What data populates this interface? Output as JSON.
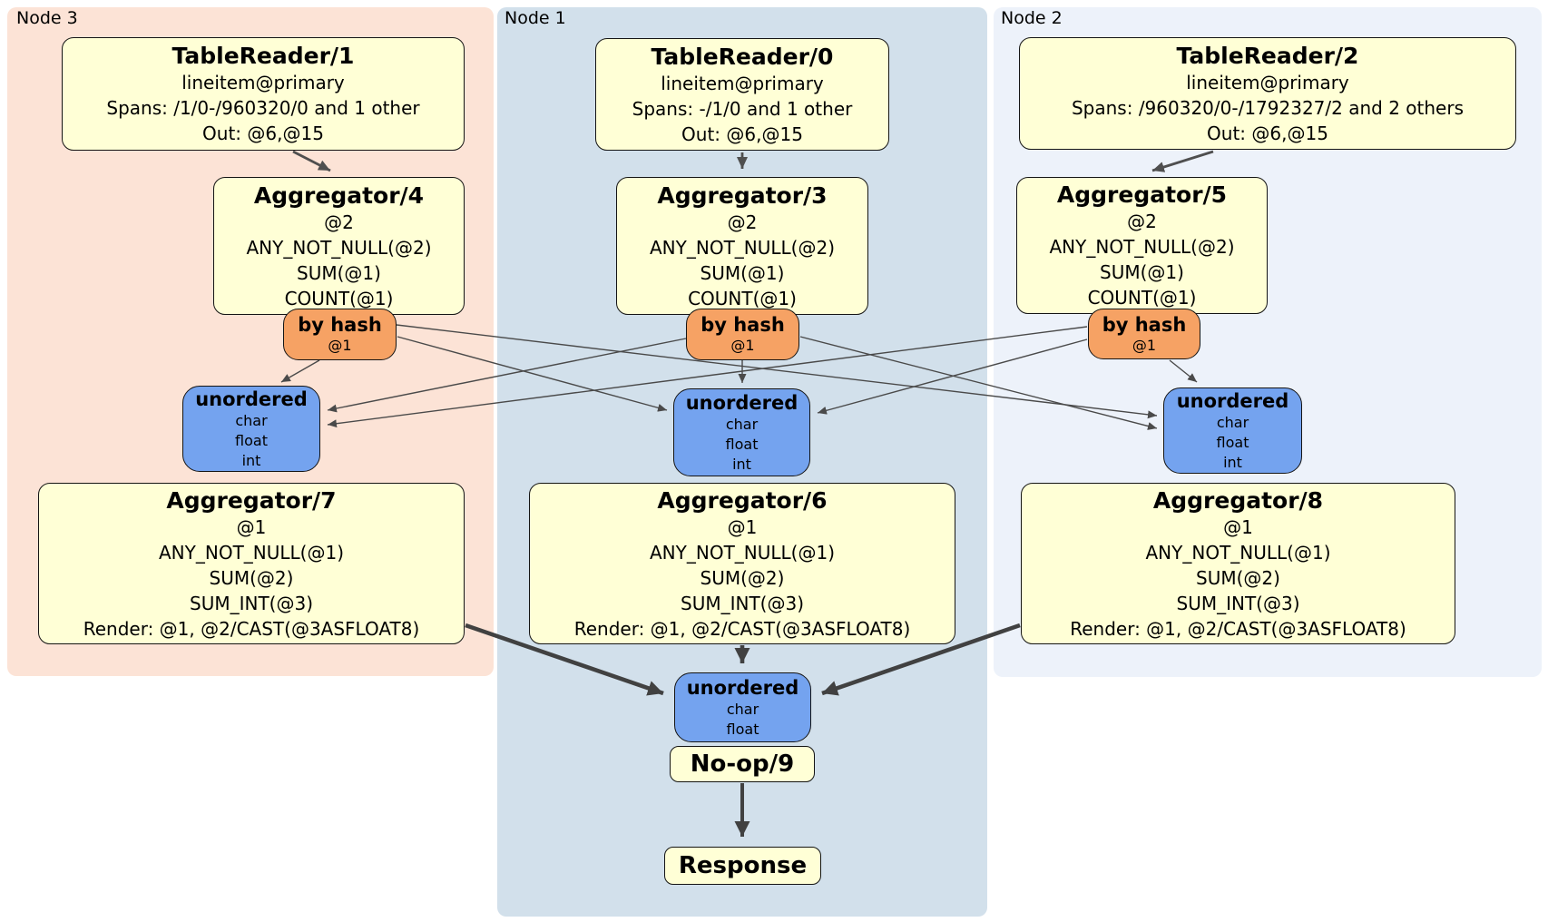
{
  "panels": {
    "node3": {
      "label": "Node 3"
    },
    "node1": {
      "label": "Node 1"
    },
    "node2": {
      "label": "Node 2"
    }
  },
  "boxes": {
    "tr1": {
      "title": "TableReader/1",
      "lines": [
        "lineitem@primary",
        "Spans: /1/0-/960320/0 and 1 other",
        "Out: @6,@15"
      ]
    },
    "tr0": {
      "title": "TableReader/0",
      "lines": [
        "lineitem@primary",
        "Spans: -/1/0 and 1 other",
        "Out: @6,@15"
      ]
    },
    "tr2": {
      "title": "TableReader/2",
      "lines": [
        "lineitem@primary",
        "Spans: /960320/0-/1792327/2 and 2 others",
        "Out: @6,@15"
      ]
    },
    "agg4": {
      "title": "Aggregator/4",
      "lines": [
        "@2",
        "ANY_NOT_NULL(@2)",
        "SUM(@1)",
        "COUNT(@1)"
      ]
    },
    "agg3": {
      "title": "Aggregator/3",
      "lines": [
        "@2",
        "ANY_NOT_NULL(@2)",
        "SUM(@1)",
        "COUNT(@1)"
      ]
    },
    "agg5": {
      "title": "Aggregator/5",
      "lines": [
        "@2",
        "ANY_NOT_NULL(@2)",
        "SUM(@1)",
        "COUNT(@1)"
      ]
    },
    "router3": {
      "title": "by hash",
      "sub": "@1"
    },
    "router1": {
      "title": "by hash",
      "sub": "@1"
    },
    "router2": {
      "title": "by hash",
      "sub": "@1"
    },
    "sync3": {
      "title": "unordered",
      "lines": [
        "char",
        "float",
        "int"
      ]
    },
    "sync1": {
      "title": "unordered",
      "lines": [
        "char",
        "float",
        "int"
      ]
    },
    "sync2": {
      "title": "unordered",
      "lines": [
        "char",
        "float",
        "int"
      ]
    },
    "agg7": {
      "title": "Aggregator/7",
      "lines": [
        "@1",
        "ANY_NOT_NULL(@1)",
        "SUM(@2)",
        "SUM_INT(@3)",
        "Render: @1, @2/CAST(@3ASFLOAT8)"
      ]
    },
    "agg6": {
      "title": "Aggregator/6",
      "lines": [
        "@1",
        "ANY_NOT_NULL(@1)",
        "SUM(@2)",
        "SUM_INT(@3)",
        "Render: @1, @2/CAST(@3ASFLOAT8)"
      ]
    },
    "agg8": {
      "title": "Aggregator/8",
      "lines": [
        "@1",
        "ANY_NOT_NULL(@1)",
        "SUM(@2)",
        "SUM_INT(@3)",
        "Render: @1, @2/CAST(@3ASFLOAT8)"
      ]
    },
    "syncFinal": {
      "title": "unordered",
      "lines": [
        "char",
        "float"
      ]
    },
    "noop": {
      "title": "No-op/9"
    },
    "response": {
      "title": "Response"
    }
  },
  "colors": {
    "panel_node3": "#fce3d6",
    "panel_node1": "#d2e0eb",
    "panel_node2": "#edf2fa",
    "box_yellow": "#ffffd6",
    "router_orange": "#f6a264",
    "sync_blue": "#74a3ef",
    "edge_thin": "#4a4a4a",
    "edge_thick": "#414141"
  }
}
